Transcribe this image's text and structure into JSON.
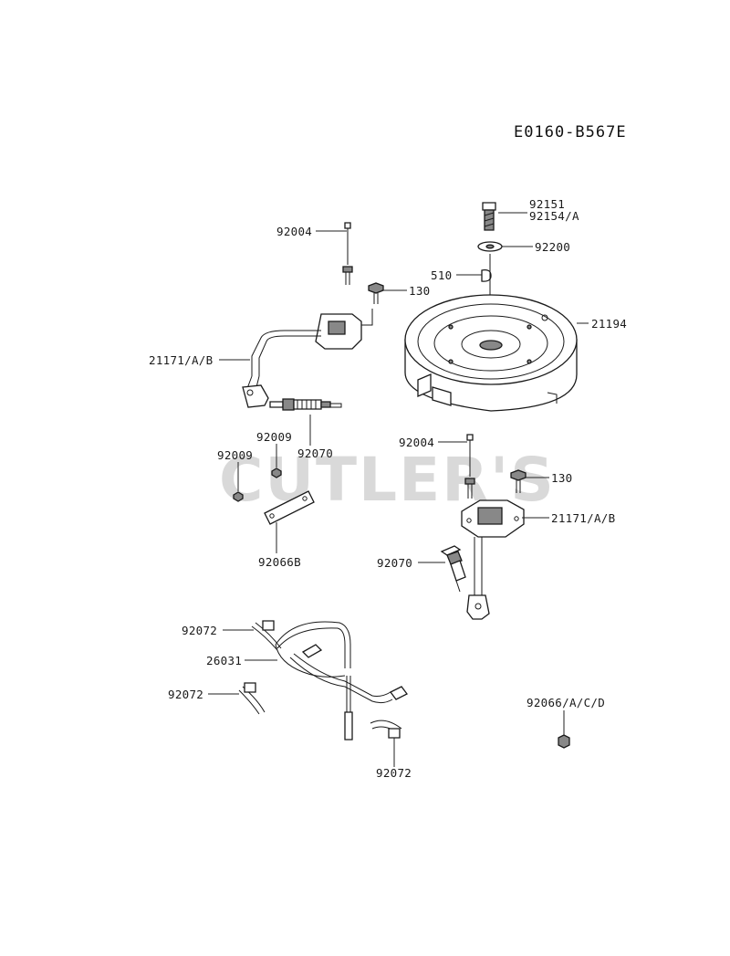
{
  "diagram_code": "E0160-B567E",
  "watermark": "CUTLER'S",
  "labels": {
    "bolt_92151": "92151",
    "bolt_92154a": "92154/A",
    "washer_92200": "92200",
    "key_510": "510",
    "flywheel_21194": "21194",
    "stud_top_92004": "92004",
    "bolt_top_130": "130",
    "coil_left_21171": "21171/A/B",
    "screw_92009_a": "92009",
    "screw_92009_b": "92009",
    "plug_left_92070": "92070",
    "plate_92066b": "92066B",
    "stud_right_92004": "92004",
    "bolt_right_130": "130",
    "coil_right_21171": "21171/A/B",
    "plug_right_92070": "92070",
    "clamp_92072_a": "92072",
    "harness_26031": "26031",
    "clamp_92072_b": "92072",
    "clamp_92072_c": "92072",
    "nut_92066acd": "92066/A/C/D"
  }
}
